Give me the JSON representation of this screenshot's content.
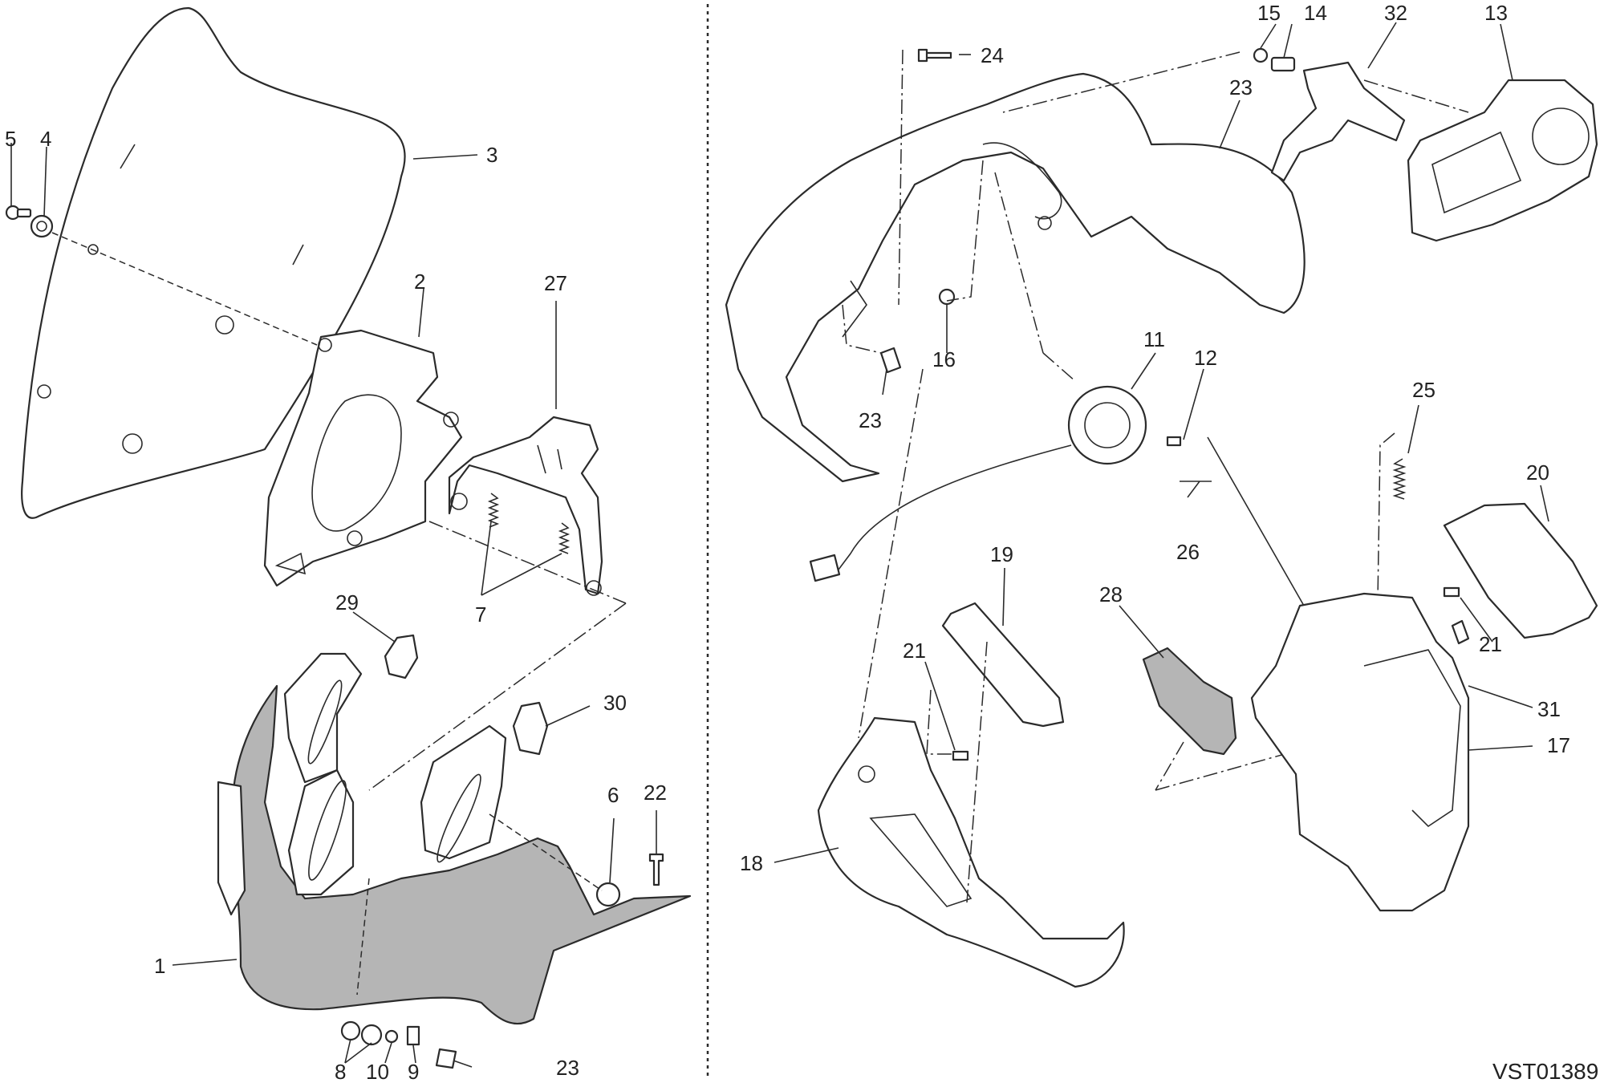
{
  "drawing_code": "VST01389",
  "callouts": {
    "c1": "1",
    "c2": "2",
    "c3": "3",
    "c4": "4",
    "c5": "5",
    "c6": "6",
    "c7": "7",
    "c8": "8",
    "c9": "9",
    "c10": "10",
    "c11": "11",
    "c12": "12",
    "c13": "13",
    "c14": "14",
    "c15": "15",
    "c16": "16",
    "c17": "17",
    "c18": "18",
    "c19": "19",
    "c20": "20",
    "c21a": "21",
    "c21b": "21",
    "c22": "22",
    "c23a": "23",
    "c23b": "23",
    "c23c": "23",
    "c24": "24",
    "c25": "25",
    "c26": "26",
    "c27": "27",
    "c28": "28",
    "c29": "29",
    "c30": "30",
    "c31": "31",
    "c32": "32"
  },
  "colors": {
    "line": "#2b2b2b",
    "shaded_part": "#b5b5b5",
    "background": "#ffffff"
  }
}
